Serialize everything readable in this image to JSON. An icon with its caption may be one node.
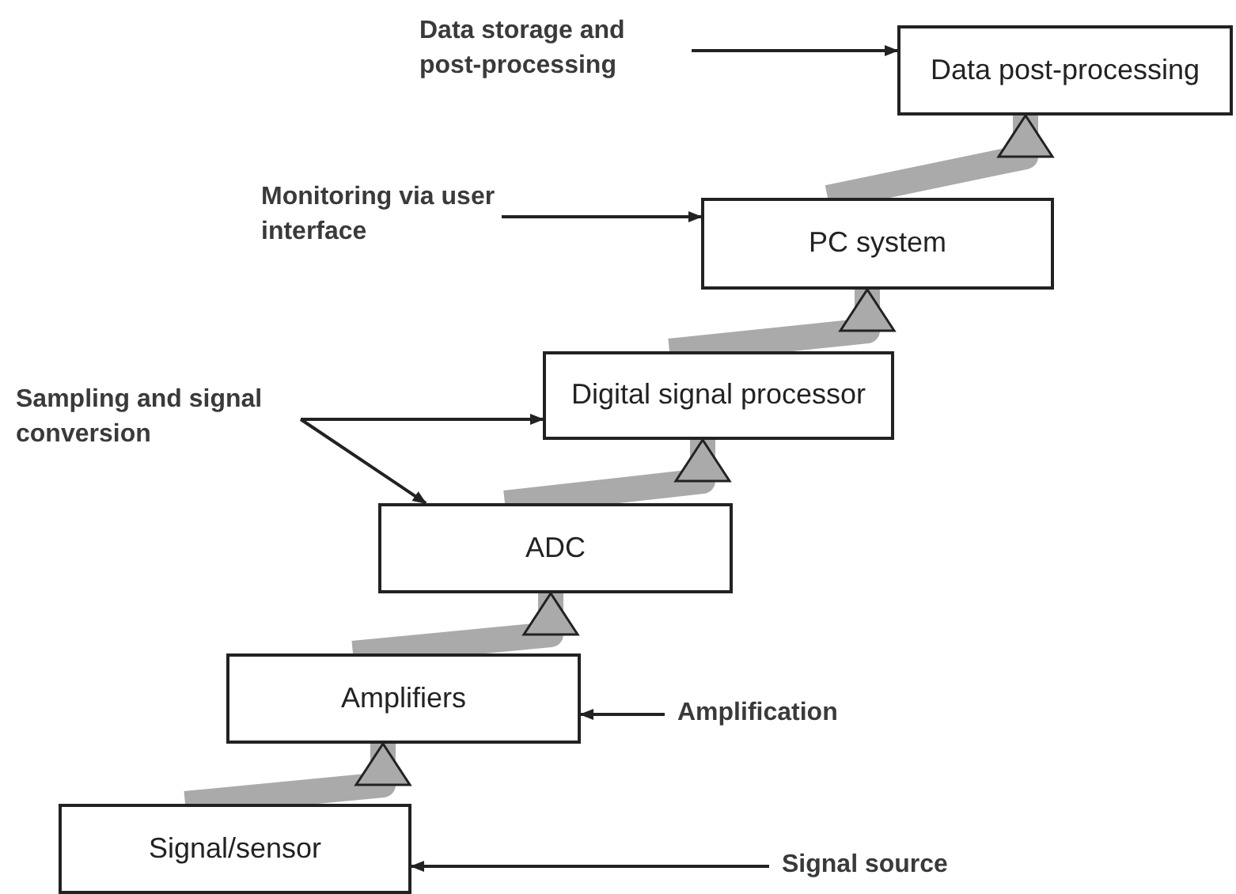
{
  "diagram": {
    "nodes": [
      {
        "text": [
          "Data storage and post-processing"
        ]
      },
      {
        "text": [
          "Data post-processing"
        ]
      },
      {
        "text": [
          "Monitoring via user interface"
        ]
      },
      {
        "text": [
          "PC system"
        ]
      },
      {
        "text": [
          "Sampling and signal conversion"
        ]
      },
      {
        "text": [
          "Digital signal processor"
        ]
      },
      {
        "text": [
          "ADC"
        ]
      },
      {
        "text": [
          "Amplifiers"
        ]
      },
      {
        "text": [
          "Amplification"
        ]
      },
      {
        "text": [
          "Signal/sensor"
        ]
      },
      {
        "text": [
          "Signal source"
        ]
      }
    ],
    "edges": [
      {
        "from": 0,
        "to": 1,
        "arrow": "to"
      },
      {
        "from": 2,
        "to": 3,
        "arrow": "to"
      },
      {
        "from": 4,
        "to": 5,
        "arrow": "to"
      },
      {
        "from": 4,
        "to": 6,
        "arrow": "to"
      },
      {
        "from": 8,
        "to": 7,
        "arrow": "to"
      },
      {
        "from": 10,
        "to": 9,
        "arrow": "to"
      },
      {
        "from": 9,
        "to": 7,
        "arrow": "to",
        "style": "thick",
        "color": "#aaaaaa"
      },
      {
        "from": 7,
        "to": 6,
        "arrow": "to",
        "style": "thick",
        "color": "#aaaaaa"
      },
      {
        "from": 6,
        "to": 5,
        "arrow": "to",
        "style": "thick",
        "color": "#aaaaaa"
      },
      {
        "from": 5,
        "to": 3,
        "arrow": "to",
        "style": "thick",
        "color": "#aaaaaa"
      },
      {
        "from": 3,
        "to": 1,
        "arrow": "to",
        "style": "thick",
        "color": "#aaaaaa"
      }
    ]
  }
}
